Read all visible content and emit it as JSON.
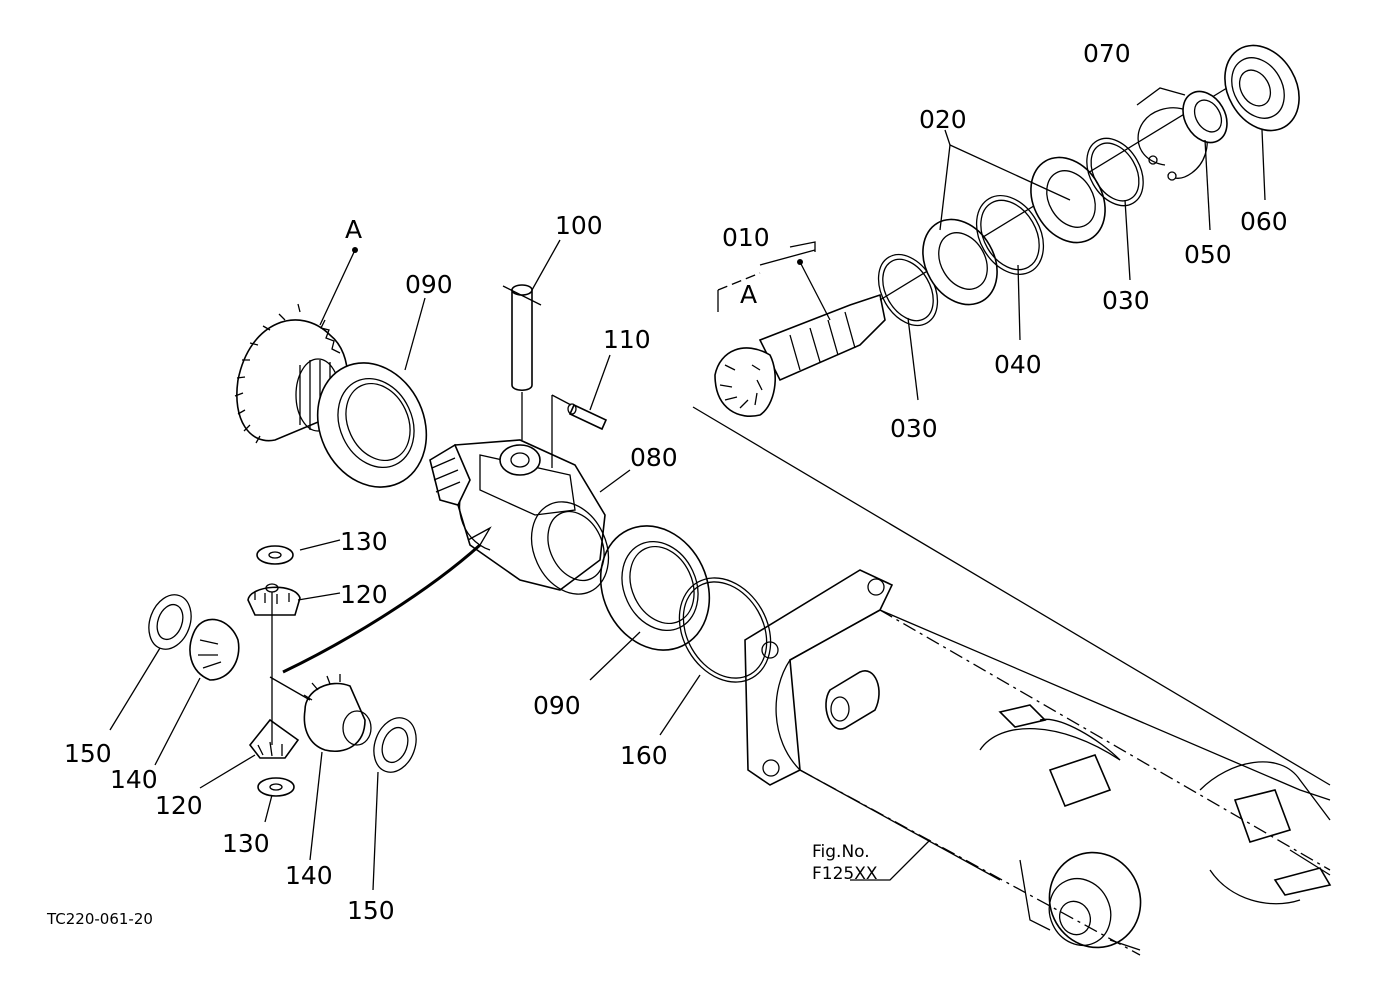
{
  "drawing": {
    "callouts": {
      "p010": "010",
      "p020": "020",
      "p030a": "030",
      "p030b": "030",
      "p040": "040",
      "p050": "050",
      "p060": "060",
      "p070": "070",
      "p080": "080",
      "p090a": "090",
      "p090b": "090",
      "p100": "100",
      "p110": "110",
      "p120a": "120",
      "p120b": "120",
      "p130a": "130",
      "p130b": "130",
      "p140a": "140",
      "p140b": "140",
      "p150a": "150",
      "p150b": "150",
      "p160": "160"
    },
    "markers": {
      "view_a_gear": "A",
      "view_a_shaft": "A"
    },
    "figure_ref": {
      "line1": "Fig.No.",
      "line2": "F125XX"
    },
    "drawing_code": "TC220-061-20"
  }
}
